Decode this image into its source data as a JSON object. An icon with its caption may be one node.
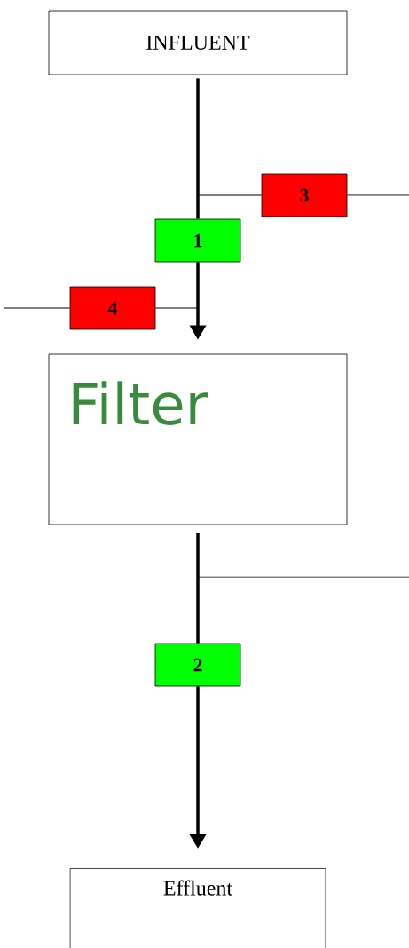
{
  "diagram": {
    "nodes": [
      {
        "text": [
          "INFLUENT"
        ]
      },
      {
        "text": [
          "1"
        ]
      },
      {
        "text": [
          "3"
        ]
      },
      {
        "text": [
          "4"
        ]
      },
      {
        "text": [
          "Filter"
        ]
      },
      {
        "text": [
          "2"
        ]
      },
      {
        "text": [
          "Effluent"
        ]
      }
    ],
    "edges": [
      {
        "from": 0,
        "to": 1,
        "arrow": "none",
        "style": "thick"
      },
      {
        "from": 1,
        "to": 4,
        "arrow": "to",
        "style": "thick"
      },
      {
        "from": null,
        "to": 2,
        "arrow": "none"
      },
      {
        "from": 2,
        "to": null,
        "arrow": "none"
      },
      {
        "from": null,
        "to": 3,
        "arrow": "none"
      },
      {
        "from": 3,
        "to": null,
        "arrow": "none"
      },
      {
        "from": 4,
        "to": 5,
        "arrow": "none",
        "style": "thick"
      },
      {
        "from": 5,
        "to": 6,
        "arrow": "to",
        "style": "thick"
      }
    ]
  }
}
